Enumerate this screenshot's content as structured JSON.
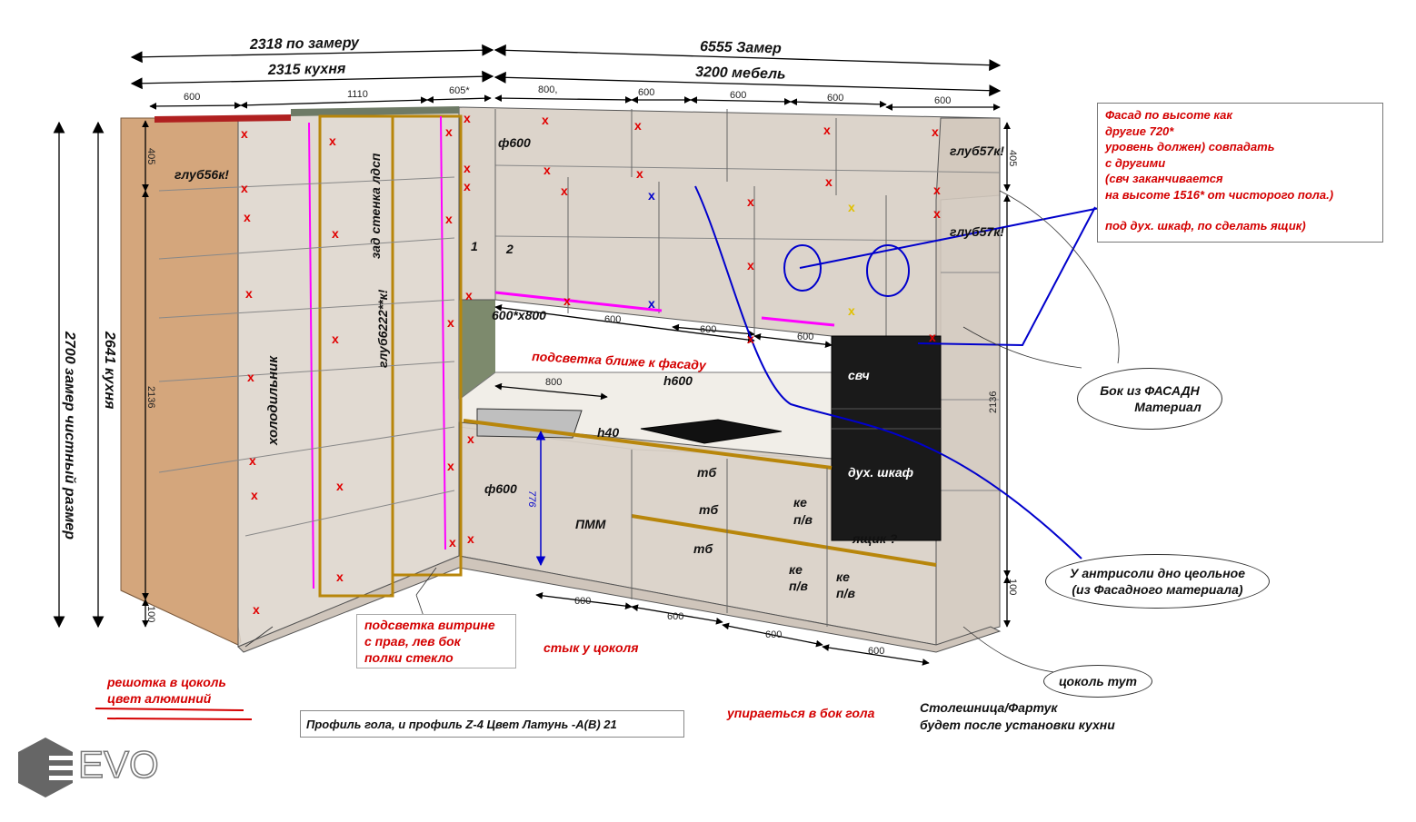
{
  "dimensions": {
    "top_left_1": "2318 по замеру",
    "top_left_2": "2315 кухня",
    "top_right_1": "6555 Замер",
    "top_right_2": "3200 мебель",
    "seg_600_a": "600",
    "seg_1110": "1110",
    "seg_605": "605*",
    "seg_800": "800,",
    "seg_600_b": "600",
    "seg_600_c": "600",
    "seg_600_d": "600",
    "seg_600_e": "600",
    "height_total": "2700 замер чистный размер",
    "height_kitchen": "2641 кухня",
    "h405_left": "405",
    "h2136_left": "2136",
    "h100_left": "100",
    "h405_right": "405",
    "h2136_right": "2136",
    "h100_right": "100",
    "d776": "776",
    "sink_800": "800",
    "bottom_600_1": "600",
    "bottom_600_2": "600",
    "bottom_600_3": "600",
    "bottom_600_4": "600",
    "upper_600_1": "600",
    "upper_600_2": "600",
    "upper_600_3": "600"
  },
  "labels": {
    "glub56": "глуб56к!",
    "glub57_top": "глуб57к!",
    "glub57_mid": "глуб57к!",
    "fridge": "холодильник",
    "back_wall": "зад стенка лдсп",
    "glub6222": "глуб6222**к!",
    "f600_top": "ф600",
    "one": "1",
    "two": "2",
    "size_600x800": "600*х800",
    "h600": "h600",
    "h40": "h40",
    "f600_bottom": "ф600",
    "pmm": "ПММ",
    "tb1": "тб",
    "tb2": "тб",
    "tb3": "тб",
    "ke_pv1_a": "ке",
    "ke_pv1_b": "п/в",
    "ke_pv2_a": "ке",
    "ke_pv2_b": "п/в",
    "ke_pv3_a": "ке",
    "ke_pv3_b": "п/в",
    "svch": "свч",
    "oven": "дух. шкаф",
    "drawer_q": "ящик ?",
    "x_mark": "x"
  },
  "red_notes": {
    "lighting_facade": "подсветка ближе к фасаду",
    "vitrine_1": "подсветка витрине",
    "vitrine_2": "с прав, лев бок",
    "vitrine_3": "полки стекло",
    "grille_1": "решотка в цоколь",
    "grille_2": "цвет алюминий",
    "plinth_joint": "стык у цоколя",
    "rest_side": "упираеться в бок гола"
  },
  "facade_note": [
    "Фасад по высоте как",
    "другие 720*",
    "уровень должен) совпадать",
    "с другими",
    "(свч заканчивается",
    "на высоте 1516* от чисторого пола.)",
    "",
    "под дух. шкаф, по сделать ящик)"
  ],
  "bubbles": {
    "side": [
      "Бок из ФАСАДН",
      "Материал"
    ],
    "mezzanine": [
      "У антрисоли дно цеольное",
      "(из Фасадного материала)"
    ],
    "plinth": [
      "цоколь тут"
    ]
  },
  "profile_note": "Профиль гола, и профиль Z-4 Цвет Латунь -А(В) 21",
  "countertop_note": [
    "Столешница/Фартук",
    "будет после установки кухни"
  ],
  "logo": "EVO",
  "colors": {
    "cabinet_fill": "#d9cfc4",
    "side_panel": "#d8ad84",
    "oven": "#1a1a1a",
    "brass": "#b8860b",
    "magenta": "#ff00ff",
    "blue_line": "#0000cc",
    "red_text": "#d40000"
  }
}
